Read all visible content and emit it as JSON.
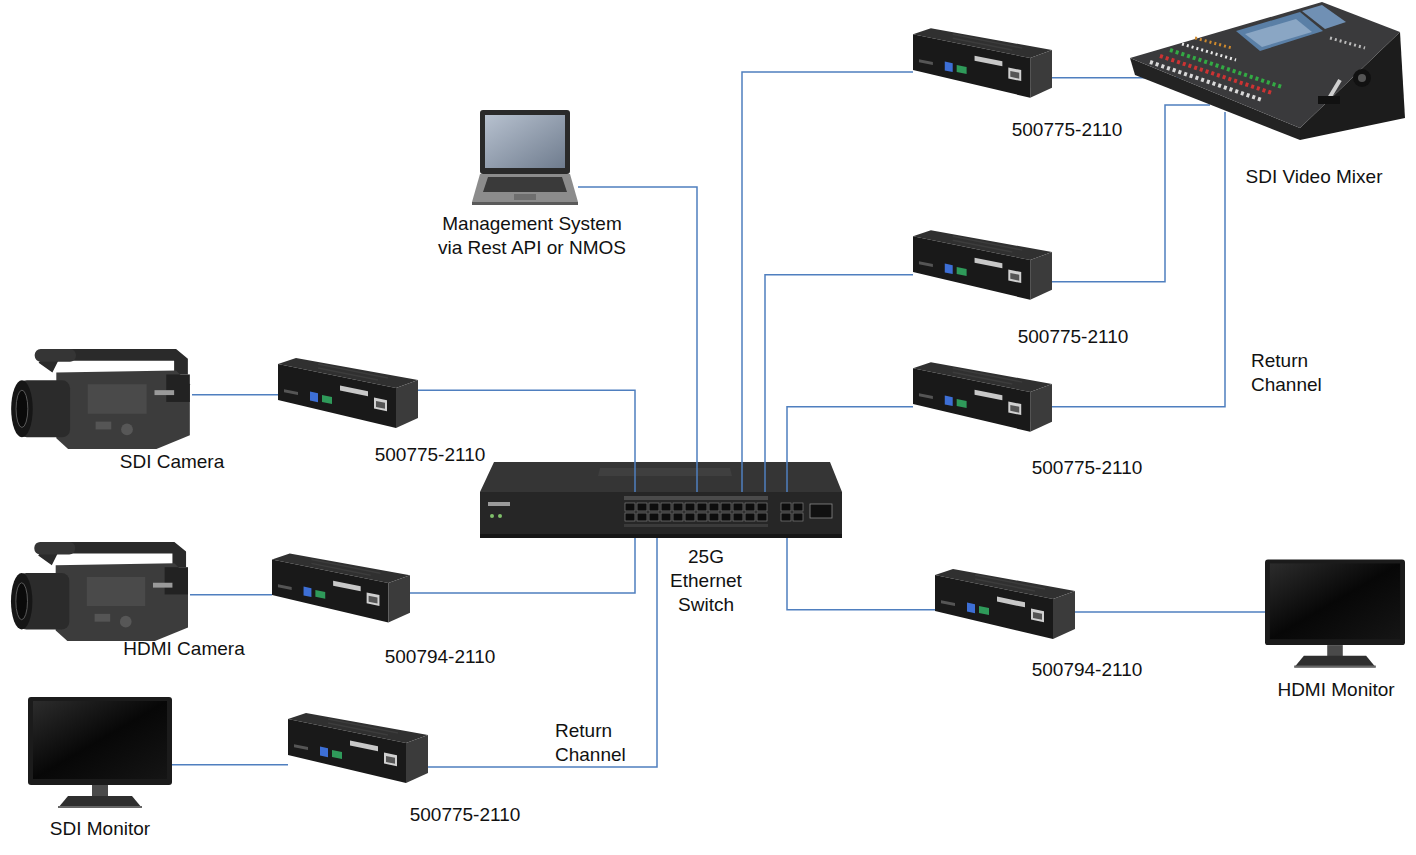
{
  "diagram": {
    "nodes": [
      {
        "text": [
          "500775-2110"
        ]
      },
      {
        "text": [
          "SDI Video Mixer"
        ]
      },
      {
        "text": [
          "Management System via Rest API or NMOS"
        ]
      },
      {
        "text": [
          "500775-2110"
        ]
      },
      {
        "text": [
          "SDI Camera"
        ]
      },
      {
        "text": [
          "500775-2110"
        ]
      },
      {
        "text": [
          "500775-2110"
        ]
      },
      {
        "text": [
          "25G Ethernet Switch"
        ]
      },
      {
        "text": [
          "HDMI Camera"
        ]
      },
      {
        "text": [
          "500794-2110"
        ]
      },
      {
        "text": [
          "500794-2110"
        ]
      },
      {
        "text": [
          "HDMI Monitor"
        ]
      },
      {
        "text": [
          "SDI Monitor"
        ]
      },
      {
        "text": [
          "500775-2110"
        ]
      }
    ],
    "edges": [
      {
        "from": 2,
        "to": 7,
        "arrow": "none"
      },
      {
        "from": 0,
        "to": 7,
        "arrow": "none"
      },
      {
        "from": 0,
        "to": 1,
        "arrow": "none"
      },
      {
        "from": 3,
        "to": 7,
        "arrow": "none"
      },
      {
        "from": 3,
        "to": 1,
        "arrow": "none"
      },
      {
        "from": 6,
        "to": 7,
        "arrow": "none"
      },
      {
        "from": 6,
        "to": 1,
        "label": "Return Channel",
        "arrow": "none"
      },
      {
        "from": 4,
        "to": 5,
        "arrow": "none"
      },
      {
        "from": 5,
        "to": 7,
        "arrow": "none"
      },
      {
        "from": 8,
        "to": 9,
        "arrow": "none"
      },
      {
        "from": 9,
        "to": 7,
        "arrow": "none"
      },
      {
        "from": 12,
        "to": 13,
        "arrow": "none"
      },
      {
        "from": 13,
        "to": 7,
        "label": "Return Channel",
        "arrow": "none"
      },
      {
        "from": 10,
        "to": 7,
        "arrow": "none"
      },
      {
        "from": 10,
        "to": 11,
        "arrow": "none"
      }
    ]
  }
}
